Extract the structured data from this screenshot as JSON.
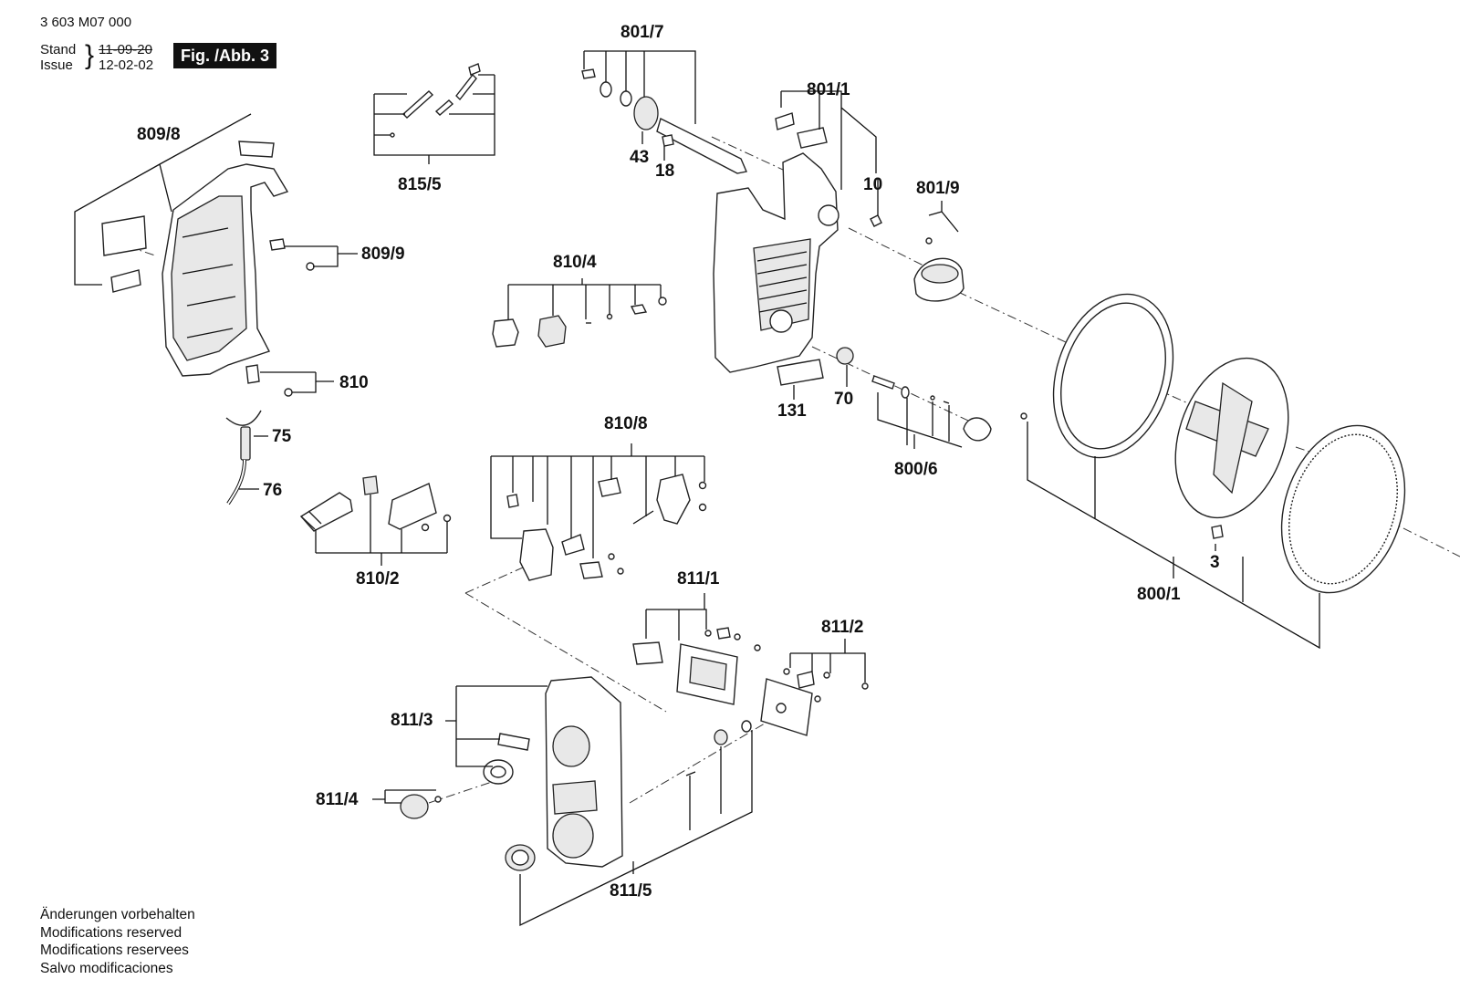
{
  "header": {
    "doc_number": "3 603 M07 000",
    "stand_label": "Stand",
    "issue_label": "Issue",
    "stand_date": "11-09-20",
    "issue_date": "12-02-02",
    "figure_label": "Fig. /Abb. 3"
  },
  "notes": [
    "Änderungen vorbehalten",
    "Modifications reserved",
    "Modifications reservees",
    "Salvo modificaciones"
  ],
  "labels": {
    "p809_8": "809/8",
    "p809_9": "809/9",
    "p810": "810",
    "p75": "75",
    "p76": "76",
    "p815_5": "815/5",
    "p810_4": "810/4",
    "p810_2": "810/2",
    "p810_8": "810/8",
    "p801_7": "801/7",
    "p43": "43",
    "p18": "18",
    "p801_1": "801/1",
    "p10": "10",
    "p801_9": "801/9",
    "p131": "131",
    "p70": "70",
    "p800_6": "800/6",
    "p811_1": "811/1",
    "p811_2": "811/2",
    "p811_3": "811/3",
    "p811_4": "811/4",
    "p811_5": "811/5",
    "p3": "3",
    "p800_1": "800/1"
  }
}
